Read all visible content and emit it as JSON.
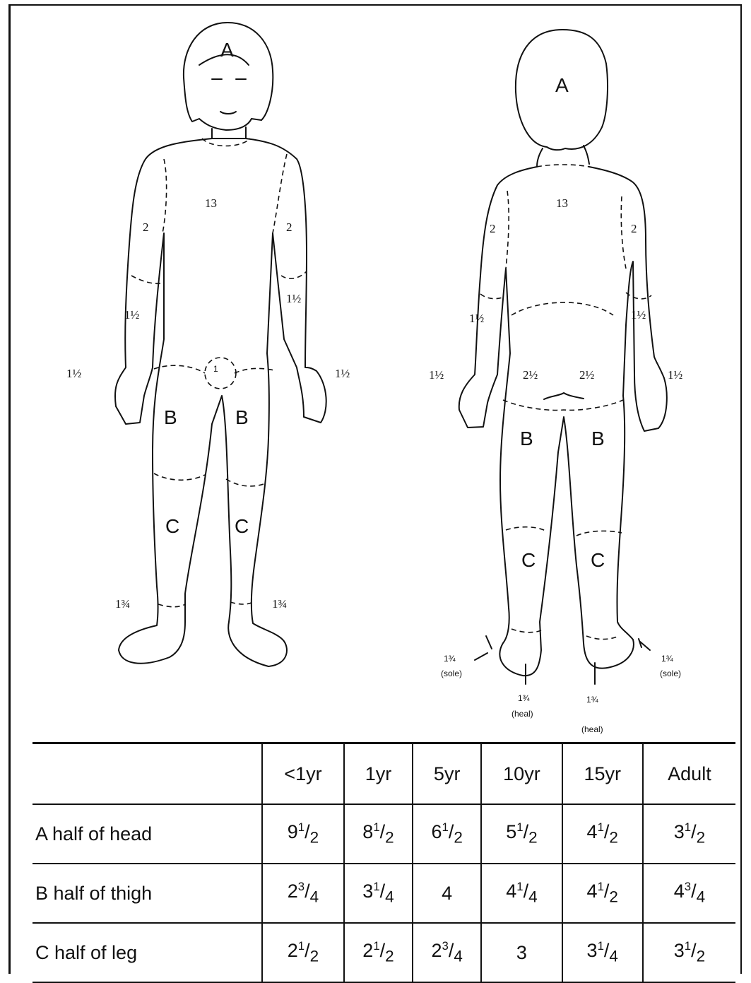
{
  "front_figure": {
    "head_label": "A",
    "trunk_label": "13",
    "upper_arm_left": "2",
    "upper_arm_right": "2",
    "forearm_left": "1½",
    "forearm_right": "1½",
    "hand_left": "1½",
    "hand_right": "1½",
    "genitals": "1",
    "thigh_left": "B",
    "thigh_right": "B",
    "leg_left": "C",
    "leg_right": "C",
    "foot_left": "1¾",
    "foot_right": "1¾"
  },
  "back_figure": {
    "head_label": "A",
    "trunk_label": "13",
    "upper_arm_left": "2",
    "upper_arm_right": "2",
    "forearm_left": "1½",
    "forearm_right": "1½",
    "hand_left": "1½",
    "hand_right": "1½",
    "buttock_left": "2½",
    "buttock_right": "2½",
    "thigh_left": "B",
    "thigh_right": "B",
    "leg_left": "C",
    "leg_right": "C",
    "sole_left": "1¾",
    "sole_left_note": "(sole)",
    "sole_right": "1¾",
    "sole_right_note": "(sole)",
    "heel_left": "1¾",
    "heel_left_note": "(heal)",
    "heel_right": "1¾",
    "heel_right_note": "(heal)"
  },
  "table": {
    "columns": [
      "",
      "<1yr",
      "1yr",
      "5yr",
      "10yr",
      "15yr",
      "Adult"
    ],
    "rows": [
      {
        "label": "A half of head",
        "values": [
          [
            "9",
            "1",
            "2"
          ],
          [
            "8",
            "1",
            "2"
          ],
          [
            "6",
            "1",
            "2"
          ],
          [
            "5",
            "1",
            "2"
          ],
          [
            "4",
            "1",
            "2"
          ],
          [
            "3",
            "1",
            "2"
          ]
        ]
      },
      {
        "label": "B half of thigh",
        "values": [
          [
            "2",
            "3",
            "4"
          ],
          [
            "3",
            "1",
            "4"
          ],
          [
            "4",
            "",
            ""
          ],
          [
            "4",
            "1",
            "4"
          ],
          [
            "4",
            "1",
            "2"
          ],
          [
            "4",
            "3",
            "4"
          ]
        ]
      },
      {
        "label": "C half of leg",
        "values": [
          [
            "2",
            "1",
            "2"
          ],
          [
            "2",
            "1",
            "2"
          ],
          [
            "2",
            "3",
            "4"
          ],
          [
            "3",
            "",
            ""
          ],
          [
            "3",
            "1",
            "4"
          ],
          [
            "3",
            "1",
            "2"
          ]
        ]
      }
    ]
  }
}
